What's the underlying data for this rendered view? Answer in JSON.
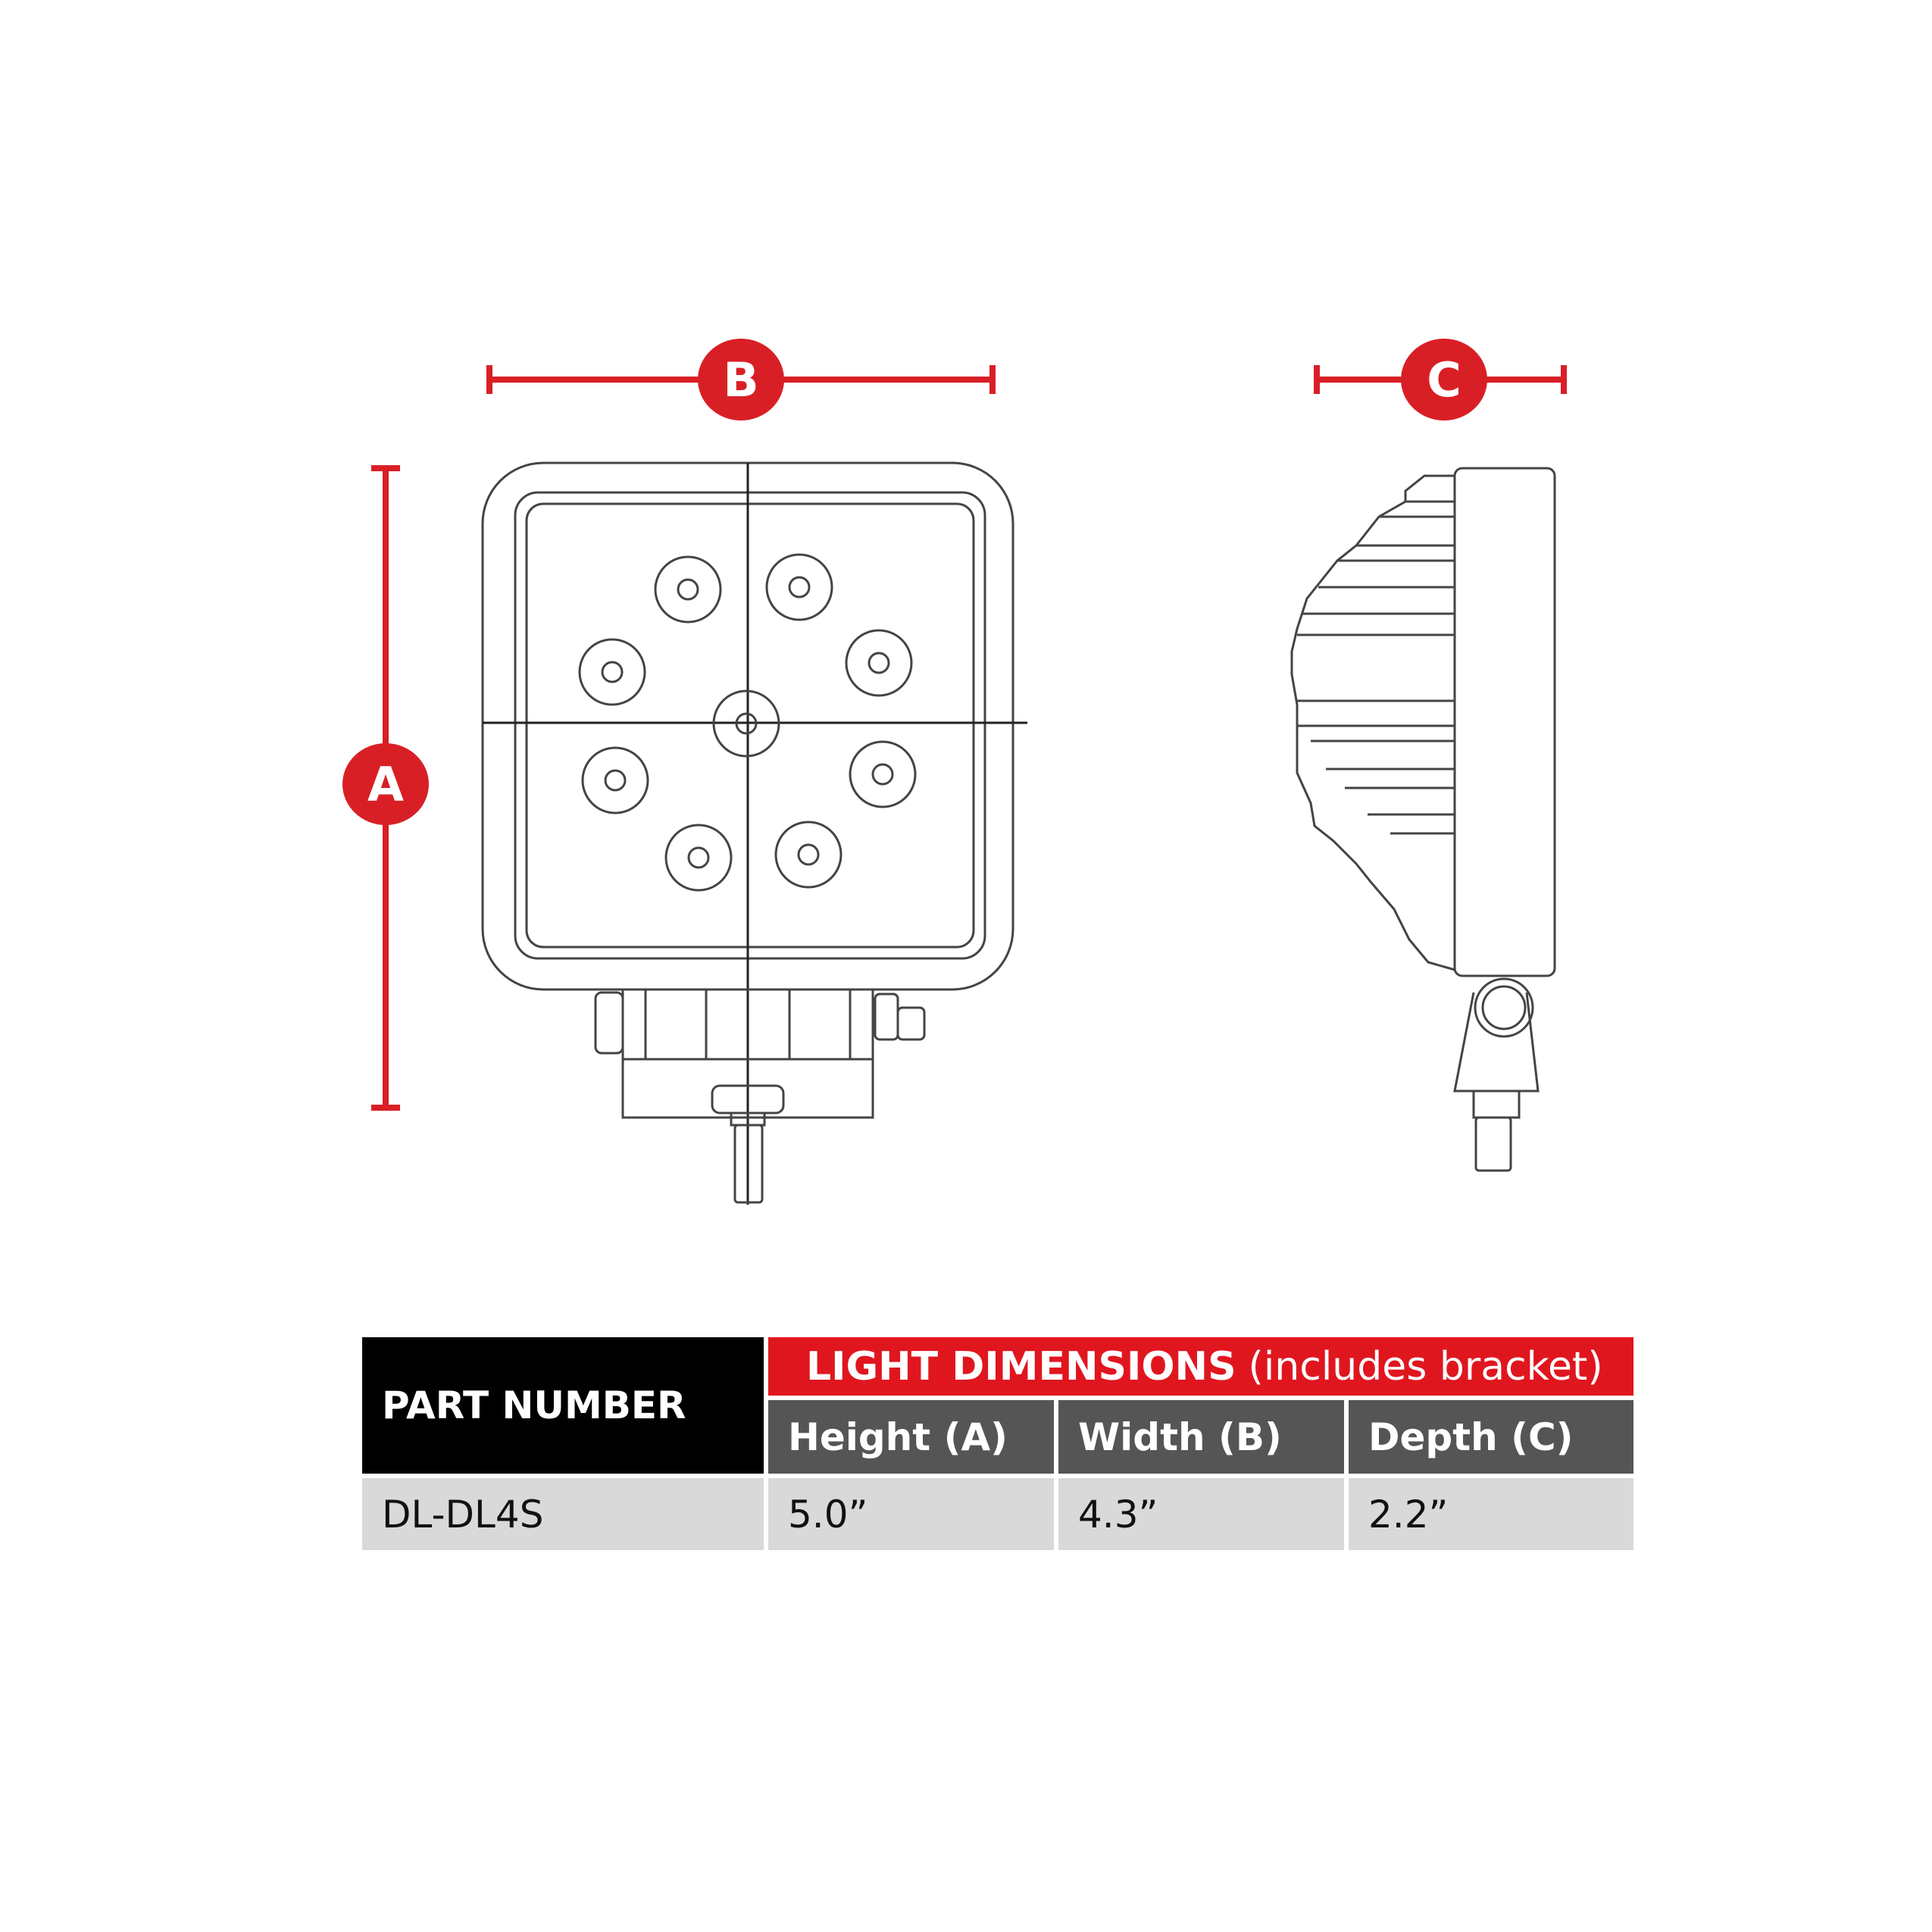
{
  "diagram": {
    "dimension_labels": {
      "height": "A",
      "width": "B",
      "depth": "C"
    },
    "accent_color": "#d91f26",
    "front_view": {
      "led_count": 9
    },
    "side_view": {
      "fin_count": 14
    }
  },
  "table": {
    "part_number_header": "PART NUMBER",
    "dimensions_header_bold": "LIGHT DIMENSIONS",
    "dimensions_header_note": "(includes bracket)",
    "columns": [
      "Height (A)",
      "Width (B)",
      "Depth (C)"
    ],
    "rows": [
      {
        "part_number": "DL-DL4S",
        "height": "5.0”",
        "width": "4.3”",
        "depth": "2.2”"
      }
    ]
  }
}
